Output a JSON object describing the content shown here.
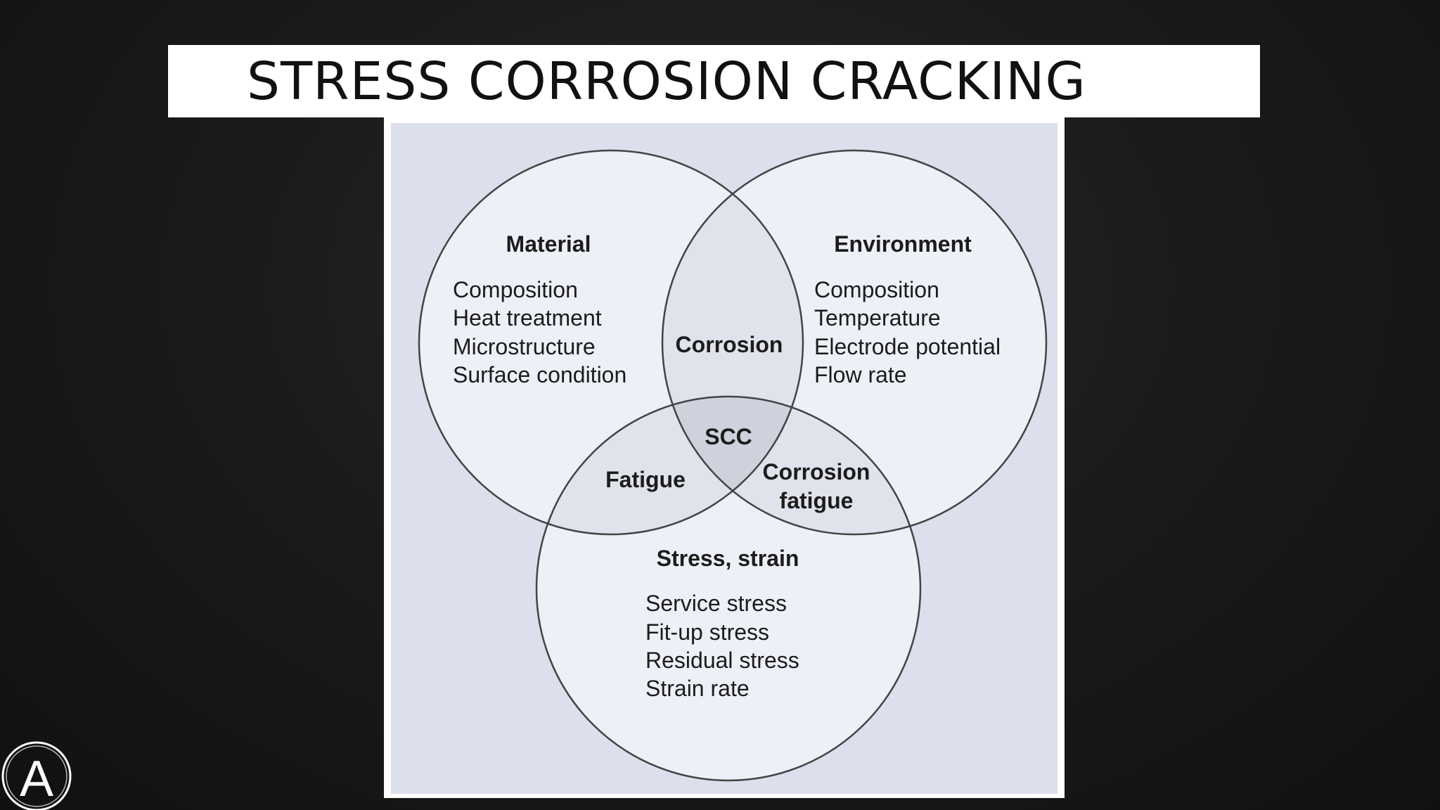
{
  "slide": {
    "title": "STRESS CORROSION CRACKING"
  },
  "venn": {
    "material": {
      "heading": "Material",
      "items": [
        "Composition",
        "Heat treatment",
        "Microstructure",
        "Surface condition"
      ]
    },
    "environment": {
      "heading": "Environment",
      "items": [
        "Composition",
        "Temperature",
        "Electrode potential",
        "Flow rate"
      ]
    },
    "stress": {
      "heading": "Stress, strain",
      "items": [
        "Service stress",
        "Fit-up stress",
        "Residual stress",
        "Strain rate"
      ]
    },
    "overlaps": {
      "material_environment": "Corrosion",
      "material_stress": "Fatigue",
      "environment_stress_line1": "Corrosion",
      "environment_stress_line2": "fatigue",
      "center": "SCC"
    }
  },
  "logo": {
    "letter": "A"
  },
  "colors": {
    "slide_background": "#1b1b1b",
    "figure_background": "#dcdfec",
    "circle_fill": "#eef0f8",
    "pairwise_overlap_fill": "#e0e2ec",
    "center_overlap_fill": "#cfd1dc",
    "outline": "#444444"
  }
}
